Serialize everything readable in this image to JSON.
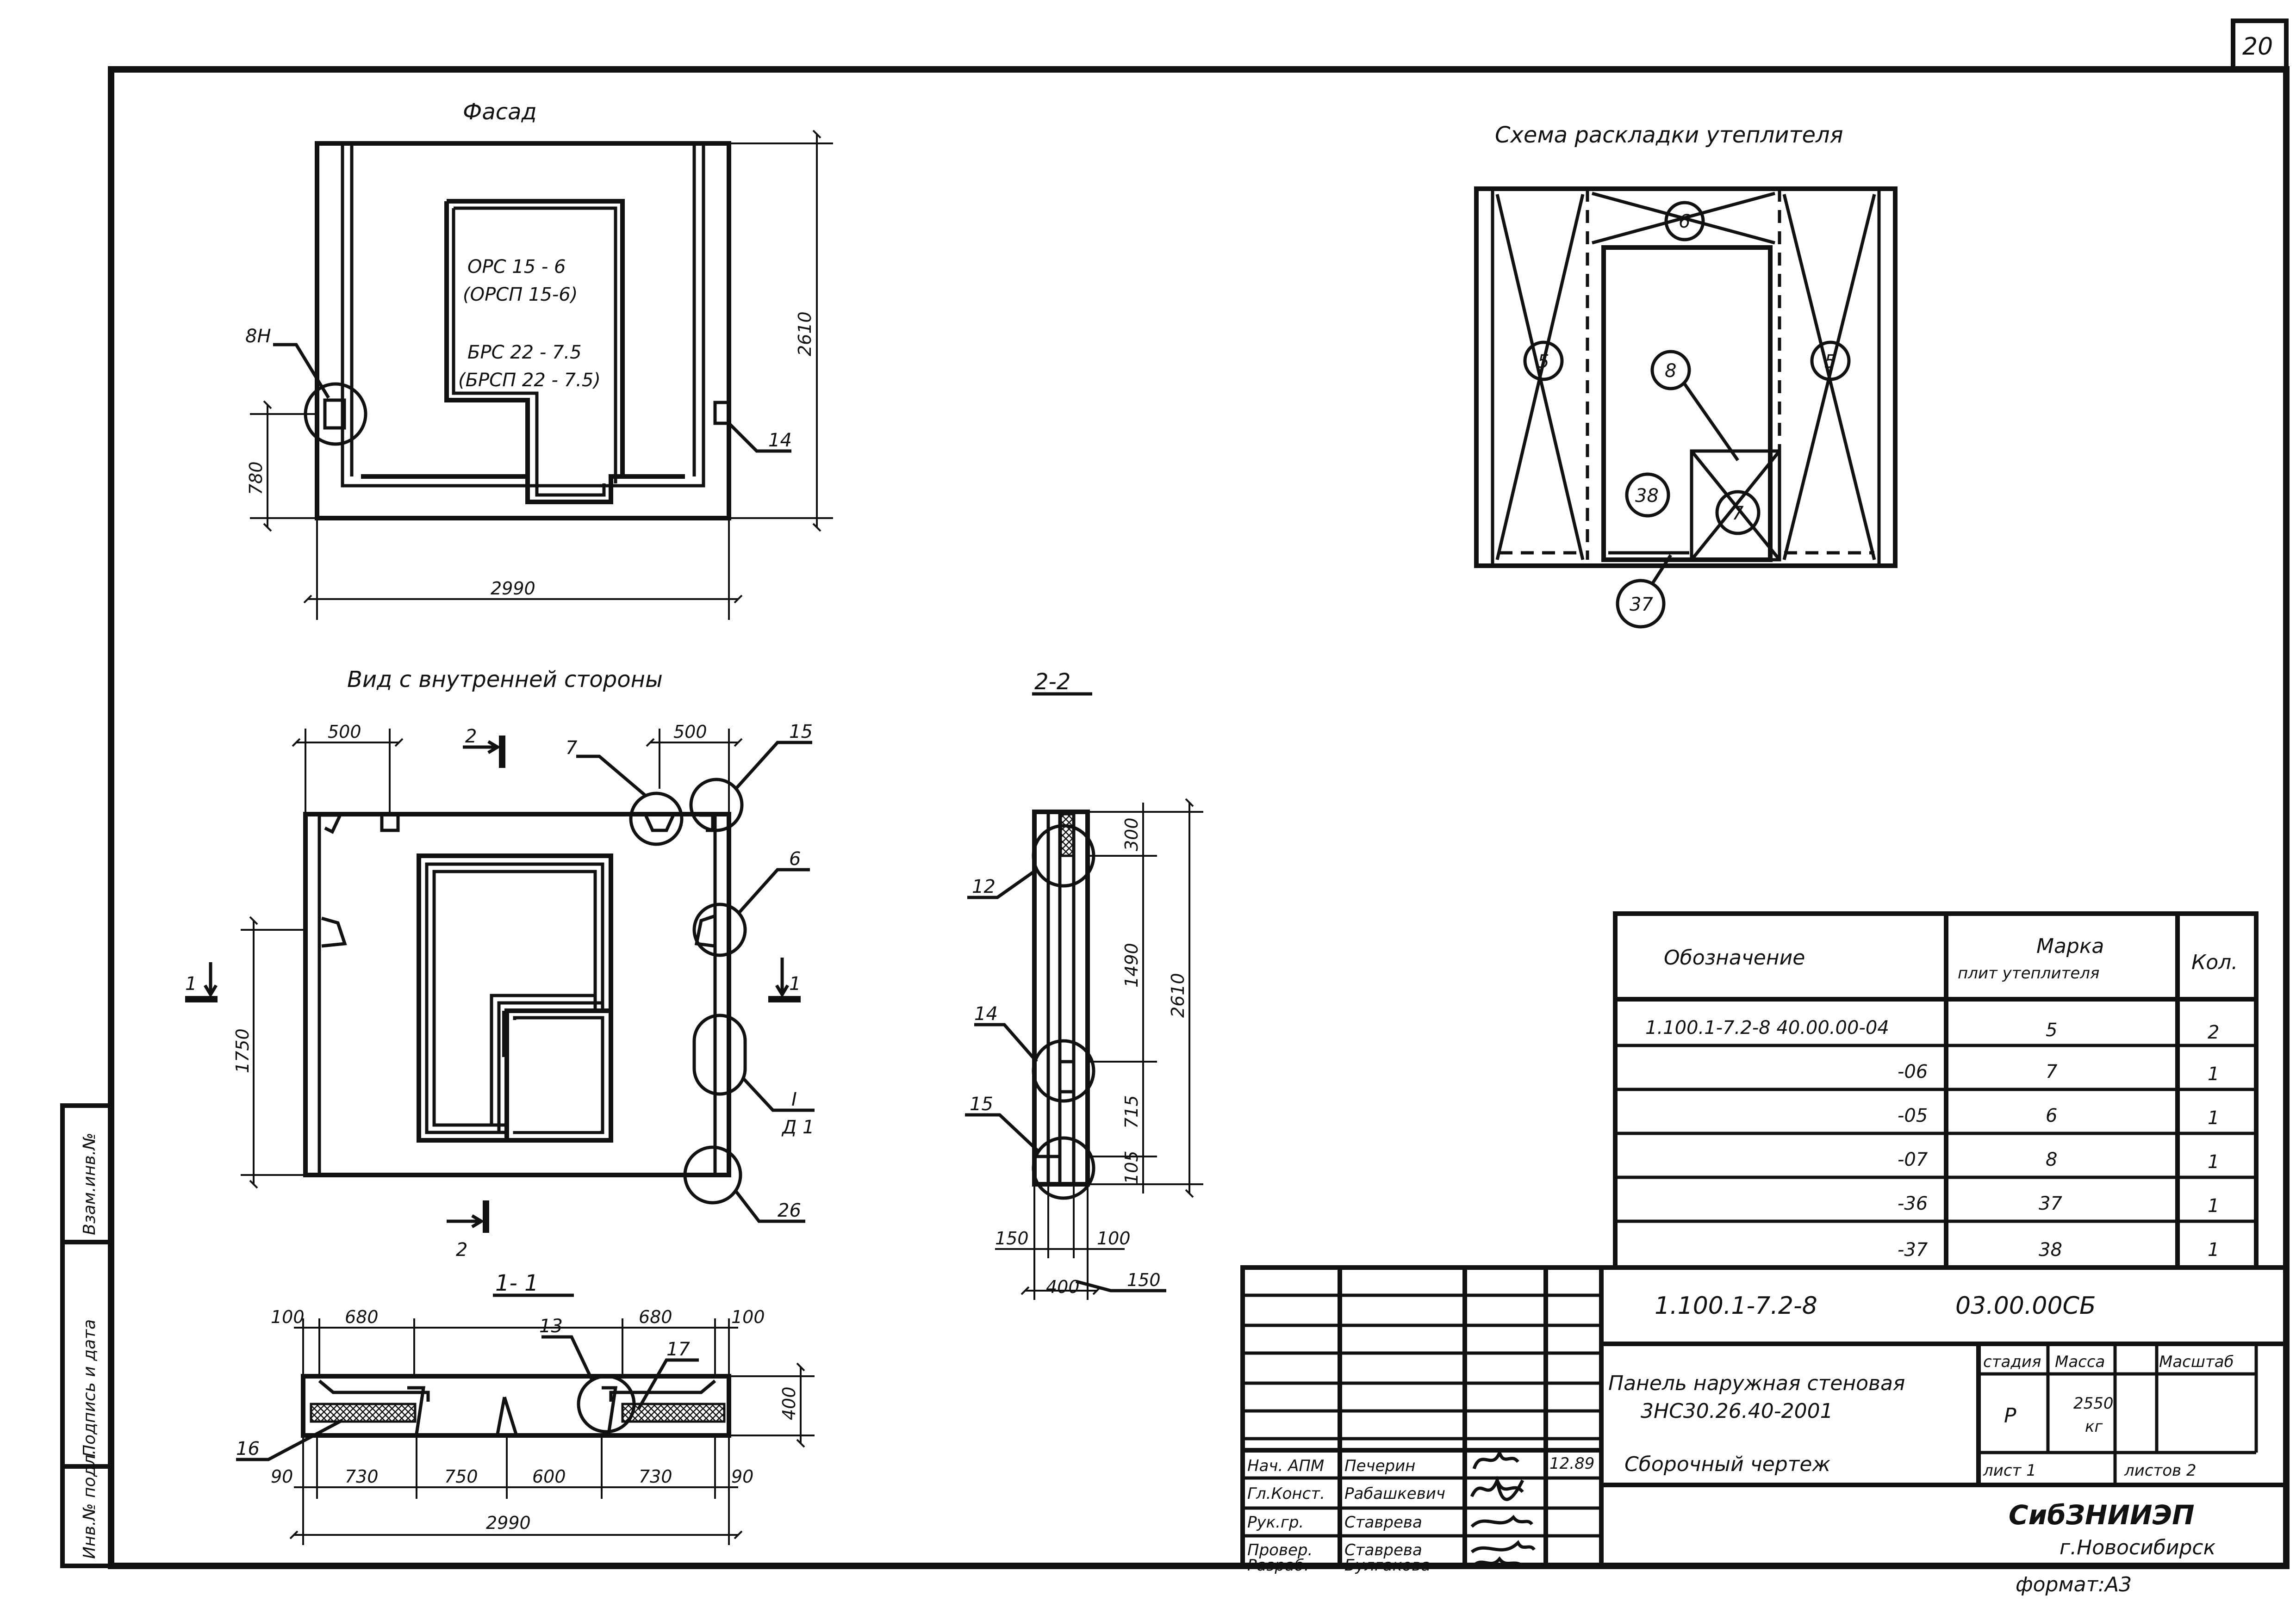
{
  "sheet": {
    "number": "20",
    "format": "формат:А3"
  },
  "views": {
    "facade": {
      "title": "Фасад",
      "label_window1": "ОРС 15 - 6",
      "label_window2": "(ОРСП 15-6)",
      "label_door1": "БРС 22 - 7.5",
      "label_door2": "(БРСП 22 - 7.5)",
      "dims": {
        "height": "2610",
        "sill": "780",
        "width": "2990"
      },
      "leaders": {
        "left": "8Н",
        "right": "14"
      }
    },
    "inner": {
      "title": "Вид с внутренней стороны",
      "dims": {
        "top_left": "500",
        "top_right": "500",
        "height": "1750"
      },
      "section_marks": {
        "s2": "2",
        "s1": "1"
      },
      "leaders": {
        "l7": "7",
        "l15": "15",
        "l6": "6",
        "l1": "I",
        "l1b": "Д 1",
        "l26": "26"
      }
    },
    "section11": {
      "title": "1- 1",
      "dims": {
        "d100a": "100",
        "d680a": "680",
        "d680b": "680",
        "d100b": "100",
        "d400": "400",
        "d90a": "90",
        "d730a": "730",
        "d750": "750",
        "d600": "600",
        "d730b": "730",
        "d90b": "90",
        "total": "2990"
      },
      "leaders": {
        "l13": "13",
        "l17": "17",
        "l16": "16"
      }
    },
    "section22": {
      "title": "2-2",
      "dims": {
        "d300": "300",
        "d1490": "1490",
        "d2610": "2610",
        "d715": "715",
        "d105": "105",
        "d150a": "150",
        "d100": "100",
        "d400": "400",
        "d150b": "150"
      },
      "leaders": {
        "l12": "12",
        "l14": "14",
        "l15": "15"
      }
    },
    "scheme": {
      "title": "Схема раскладки утеплителя",
      "marks": [
        "6",
        "5",
        "5",
        "8",
        "38",
        "7",
        "37"
      ]
    }
  },
  "spec_table": {
    "headers": {
      "designation": "Обозначение",
      "mark_line1": "Марка",
      "mark_line2": "плит утеплителя",
      "qty": "Кол."
    },
    "rows": [
      {
        "designation": "1.100.1-7.2-8   40.00.00-04",
        "mark": "5",
        "qty": "2"
      },
      {
        "designation": "-06",
        "mark": "7",
        "qty": "1"
      },
      {
        "designation": "-05",
        "mark": "6",
        "qty": "1"
      },
      {
        "designation": "-07",
        "mark": "8",
        "qty": "1"
      },
      {
        "designation": "-36",
        "mark": "37",
        "qty": "1"
      },
      {
        "designation": "-37",
        "mark": "38",
        "qty": "1"
      }
    ]
  },
  "title_block": {
    "code1": "1.100.1-7.2-8",
    "code2": "03.00.00СБ",
    "name_line1": "Панель наружная стеновая",
    "name_line2": "3НС30.26.40-2001",
    "name_line3": "Сборочный чертеж",
    "stage_label": "стадия",
    "mass_label": "Масса",
    "scale_label": "Масштаб",
    "stage": "Р",
    "mass_line1": "2550",
    "mass_line2": "кг",
    "sheet_label": "лист 1",
    "sheets_label": "листов 2",
    "org1": "СибЗНИИЭП",
    "org2": "г.Новосибирск",
    "date": "12.89",
    "people": [
      {
        "role": "Нач. АПМ",
        "name": "Печерин"
      },
      {
        "role": "Гл.Конст.",
        "name": "Рабашкевич"
      },
      {
        "role": "Рук.гр.",
        "name": "Ставрева"
      },
      {
        "role": "Провер.",
        "name": "Ставрева"
      },
      {
        "role": "Разраб.",
        "name": "Булгакова"
      }
    ]
  },
  "side_stamp": {
    "c1": "Инв.№ подл.",
    "c2": "Подпись и дата",
    "c3": "Взам.инв.№"
  }
}
